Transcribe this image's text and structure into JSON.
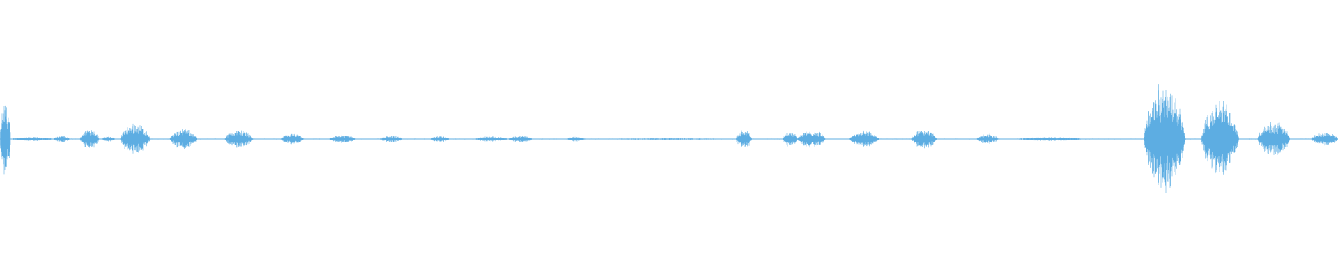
{
  "waveform": {
    "color": "#5dade2",
    "segments": [
      {
        "start": 0.0,
        "end": 0.008,
        "amp": 0.56
      },
      {
        "start": 0.008,
        "end": 0.04,
        "amp": 0.03
      },
      {
        "start": 0.04,
        "end": 0.052,
        "amp": 0.05
      },
      {
        "start": 0.06,
        "end": 0.074,
        "amp": 0.16
      },
      {
        "start": 0.076,
        "end": 0.086,
        "amp": 0.04
      },
      {
        "start": 0.09,
        "end": 0.112,
        "amp": 0.24
      },
      {
        "start": 0.127,
        "end": 0.147,
        "amp": 0.15
      },
      {
        "start": 0.168,
        "end": 0.189,
        "amp": 0.14
      },
      {
        "start": 0.21,
        "end": 0.227,
        "amp": 0.08
      },
      {
        "start": 0.246,
        "end": 0.266,
        "amp": 0.06
      },
      {
        "start": 0.284,
        "end": 0.301,
        "amp": 0.05
      },
      {
        "start": 0.322,
        "end": 0.336,
        "amp": 0.05
      },
      {
        "start": 0.355,
        "end": 0.38,
        "amp": 0.04
      },
      {
        "start": 0.38,
        "end": 0.398,
        "amp": 0.05
      },
      {
        "start": 0.424,
        "end": 0.437,
        "amp": 0.04
      },
      {
        "start": 0.45,
        "end": 0.545,
        "amp": 0.012
      },
      {
        "start": 0.55,
        "end": 0.562,
        "amp": 0.14
      },
      {
        "start": 0.585,
        "end": 0.596,
        "amp": 0.12
      },
      {
        "start": 0.596,
        "end": 0.617,
        "amp": 0.13
      },
      {
        "start": 0.635,
        "end": 0.657,
        "amp": 0.12
      },
      {
        "start": 0.681,
        "end": 0.7,
        "amp": 0.14
      },
      {
        "start": 0.73,
        "end": 0.746,
        "amp": 0.08
      },
      {
        "start": 0.76,
        "end": 0.81,
        "amp": 0.03
      },
      {
        "start": 0.855,
        "end": 0.886,
        "amp": 0.86
      },
      {
        "start": 0.898,
        "end": 0.926,
        "amp": 0.58
      },
      {
        "start": 0.94,
        "end": 0.964,
        "amp": 0.26
      },
      {
        "start": 0.98,
        "end": 1.0,
        "amp": 0.1
      }
    ]
  }
}
